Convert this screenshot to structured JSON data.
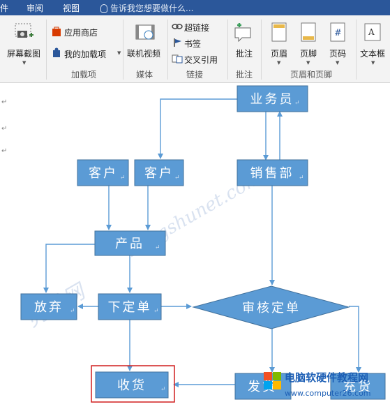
{
  "menu": {
    "items": [
      "件",
      "审阅",
      "视图"
    ],
    "tell_me": "告诉我您想要做什么..."
  },
  "ribbon": {
    "screenshot": "屏幕截图",
    "app_store": "应用商店",
    "my_addins": "我的加载项",
    "addins_group": "加载项",
    "online_video": "联机视频",
    "media_group": "媒体",
    "hyperlink": "超链接",
    "bookmark": "书签",
    "cross_ref": "交叉引用",
    "links_group": "链接",
    "comment": "批注",
    "comment_group": "批注",
    "header": "页眉",
    "footer": "页脚",
    "page_number": "页码",
    "header_footer_group": "页眉和页脚",
    "textbox": "文本框"
  },
  "flowchart": {
    "salesman": "业务员",
    "customer1": "客户",
    "customer2": "客户",
    "sales_dept": "销售部",
    "product": "产品",
    "abandon": "放弃",
    "place_order": "下定单",
    "review_order": "审核定单",
    "receive": "收货",
    "ship": "发货",
    "deliver_partial": "充货"
  },
  "watermark": {
    "domain": "liangshunet.com",
    "brand": "亮术网"
  },
  "logo": {
    "title": "电脑软硬件教程网",
    "url": "www.computer26.com"
  },
  "colors": {
    "box_fill": "#5b9bd5",
    "box_stroke": "#41719c",
    "arrow": "#5b9bd5",
    "highlight": "#d11f1f",
    "ribbon_bg": "#f3f3f3",
    "title_bar": "#2b579a"
  }
}
